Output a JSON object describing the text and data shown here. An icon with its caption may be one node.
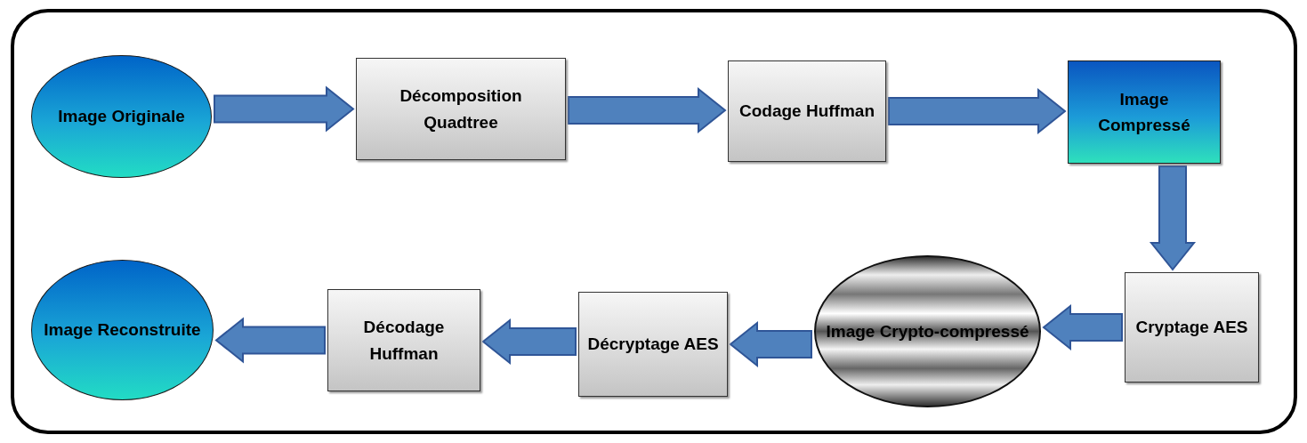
{
  "diagram": {
    "nodes": [
      {
        "text": [
          "Image Originale"
        ]
      },
      {
        "text": [
          "Décomposition Quadtree"
        ]
      },
      {
        "text": [
          "Codage Huffman"
        ]
      },
      {
        "text": [
          "Image Compressé"
        ]
      },
      {
        "text": [
          "Cryptage AES"
        ]
      },
      {
        "text": [
          "Image Crypto-compressé"
        ]
      },
      {
        "text": [
          "Décryptage AES"
        ]
      },
      {
        "text": [
          "Décodage Huffman"
        ]
      },
      {
        "text": [
          "Image Reconstruite"
        ]
      }
    ],
    "edges": [
      {
        "from": 0,
        "to": 1,
        "arrow": "to"
      },
      {
        "from": 1,
        "to": 2,
        "arrow": "to"
      },
      {
        "from": 2,
        "to": 3,
        "arrow": "to"
      },
      {
        "from": 3,
        "to": 4,
        "arrow": "to"
      },
      {
        "from": 4,
        "to": 5,
        "arrow": "to"
      },
      {
        "from": 5,
        "to": 6,
        "arrow": "to"
      },
      {
        "from": 6,
        "to": 7,
        "arrow": "to"
      },
      {
        "from": 7,
        "to": 8,
        "arrow": "to"
      }
    ]
  }
}
